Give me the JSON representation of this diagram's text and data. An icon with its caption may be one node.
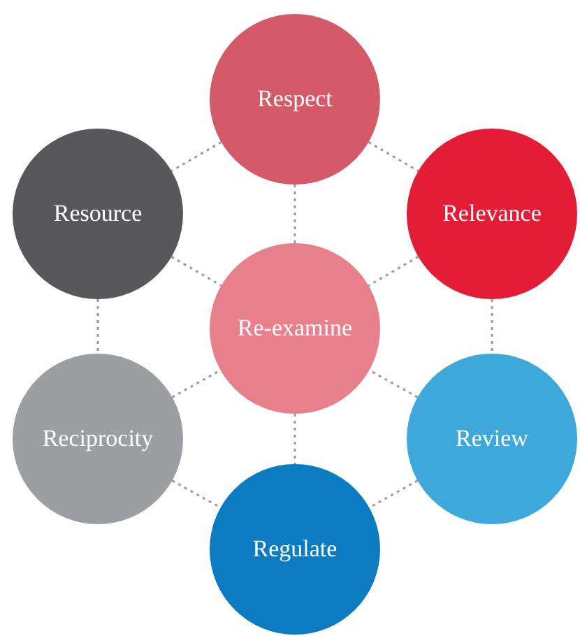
{
  "diagram": {
    "nodes": [
      {
        "text": [
          "Respect"
        ]
      },
      {
        "text": [
          "Resource"
        ]
      },
      {
        "text": [
          "Relevance"
        ]
      },
      {
        "text": [
          "Re-examine"
        ]
      },
      {
        "text": [
          "Reciprocity"
        ]
      },
      {
        "text": [
          "Review"
        ]
      },
      {
        "text": [
          "Regulate"
        ]
      }
    ],
    "edges": [
      {
        "from": 0,
        "to": 1,
        "arrow": "none"
      },
      {
        "from": 0,
        "to": 2,
        "arrow": "none"
      },
      {
        "from": 0,
        "to": 3,
        "arrow": "none"
      },
      {
        "from": 1,
        "to": 3,
        "arrow": "none"
      },
      {
        "from": 2,
        "to": 3,
        "arrow": "none"
      },
      {
        "from": 1,
        "to": 4,
        "arrow": "none"
      },
      {
        "from": 2,
        "to": 5,
        "arrow": "none"
      },
      {
        "from": 4,
        "to": 3,
        "arrow": "none"
      },
      {
        "from": 5,
        "to": 3,
        "arrow": "none"
      },
      {
        "from": 3,
        "to": 6,
        "arrow": "none"
      },
      {
        "from": 4,
        "to": 6,
        "arrow": "none"
      },
      {
        "from": 5,
        "to": 6,
        "arrow": "none"
      }
    ]
  }
}
